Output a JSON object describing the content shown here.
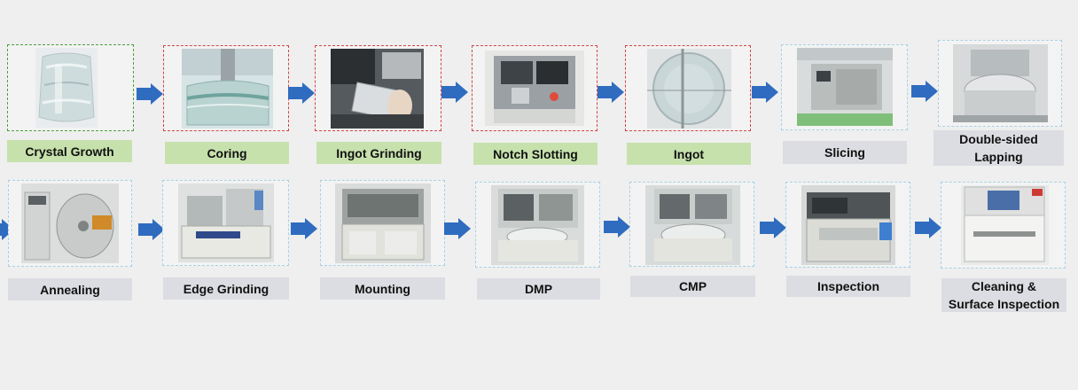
{
  "colors": {
    "background": "#efefef",
    "green_border": "#4d9f3f",
    "red_border": "#d0454a",
    "blue_border": "#a8d1e6",
    "green_label": "#c7e1ad",
    "gray_label": "#dcdde2",
    "arrow": "#2f6cc0"
  },
  "row1": [
    {
      "label": "Crystal Growth",
      "border": "green",
      "label_style": "green",
      "icon": "crystal-boule-photo"
    },
    {
      "label": "Coring",
      "border": "red",
      "label_style": "green",
      "icon": "coring-photo"
    },
    {
      "label": "Ingot Grinding",
      "border": "red",
      "label_style": "green",
      "icon": "ingot-grinding-photo"
    },
    {
      "label": "Notch Slotting",
      "border": "red",
      "label_style": "green",
      "icon": "notch-slotting-machine-photo"
    },
    {
      "label": "Ingot",
      "border": "red",
      "label_style": "green",
      "icon": "ingot-photo"
    },
    {
      "label": "Slicing",
      "border": "blue",
      "label_style": "gray",
      "icon": "slicing-machine-photo"
    },
    {
      "label": "Double-sided\nLapping",
      "border": "blue",
      "label_style": "gray",
      "icon": "lapping-machine-photo"
    }
  ],
  "row2": [
    {
      "label": "Annealing",
      "border": "blue",
      "label_style": "gray",
      "icon": "annealing-furnace-photo"
    },
    {
      "label": "Edge Grinding",
      "border": "blue",
      "label_style": "gray",
      "icon": "edge-grinding-machine-photo"
    },
    {
      "label": "Mounting",
      "border": "blue",
      "label_style": "gray",
      "icon": "mounting-machine-photo"
    },
    {
      "label": "DMP",
      "border": "blue",
      "label_style": "gray",
      "icon": "dmp-machine-photo"
    },
    {
      "label": "CMP",
      "border": "blue",
      "label_style": "gray",
      "icon": "cmp-machine-photo"
    },
    {
      "label": "Inspection",
      "border": "blue",
      "label_style": "gray",
      "icon": "inspection-machine-photo"
    },
    {
      "label": "Cleaning &\nSurface Inspection",
      "border": "blue",
      "label_style": "gray",
      "icon": "cleaning-machine-photo"
    }
  ]
}
